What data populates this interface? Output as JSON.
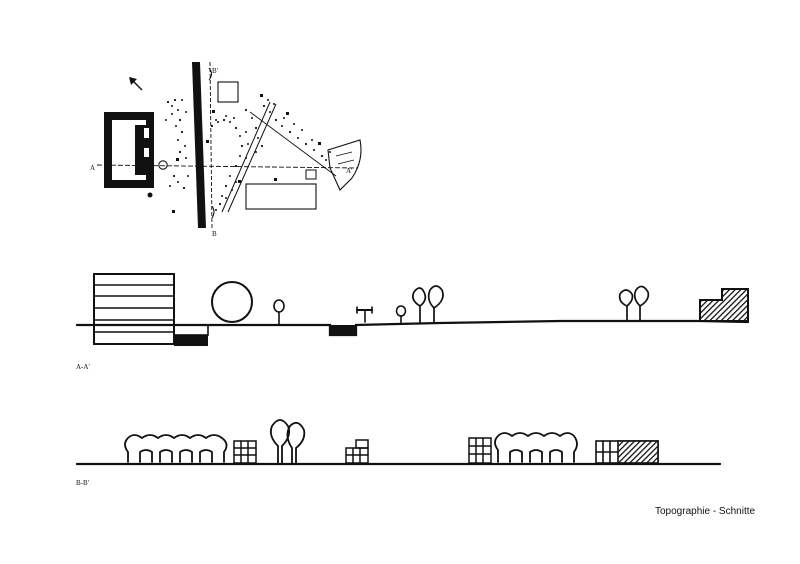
{
  "plan": {
    "marker_b_top": "B'",
    "marker_b_bottom": "B",
    "marker_a_left": "A",
    "marker_a_right": "A'"
  },
  "sections": {
    "aa_label": "A-A'",
    "bb_label": "B-B'"
  },
  "caption": "Topographie - Schnitte",
  "icons": [
    "north-arrow-icon",
    "tree-icon",
    "building-icon"
  ],
  "colors": {
    "ink": "#111111",
    "paper": "#ffffff"
  }
}
